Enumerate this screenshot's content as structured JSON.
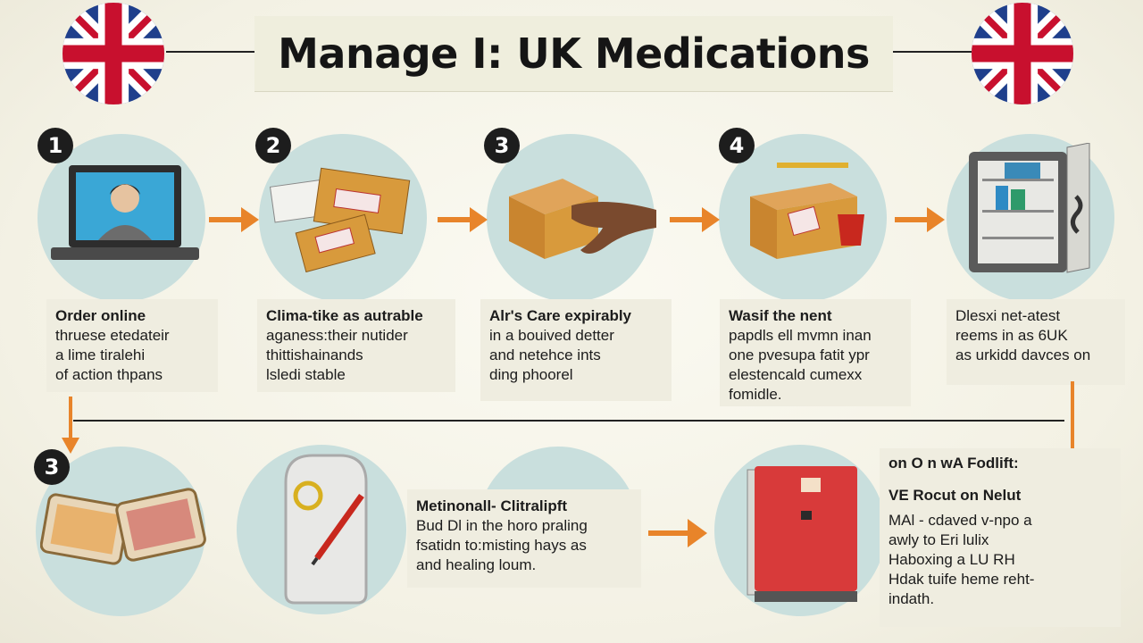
{
  "title": "Manage I: UK Medications",
  "steps": [
    {
      "number": "1",
      "heading": "Order online",
      "lines": [
        "thruese etedateir",
        "a lime tiralehi",
        "of action thpans"
      ]
    },
    {
      "number": "2",
      "heading": "Clima-tike as autrable",
      "lines": [
        "aganess:their nutider",
        "thittishainands",
        "lsledi stable"
      ]
    },
    {
      "number": "3",
      "heading": "Alr's Care expirably",
      "lines": [
        "in a bouived detter",
        "and netehce ints",
        "ding phoorel"
      ]
    },
    {
      "number": "4",
      "heading": "Wasif the nent",
      "lines": [
        "papdls ell mvmn inan",
        "one pvesupa fatit ypr",
        "elestencald cumexx",
        "fomidle."
      ]
    },
    {
      "number": "",
      "heading": "",
      "lines": [
        "Dlesxi net-atest",
        "reems in as 6UK",
        "as urkidd davces on"
      ]
    }
  ],
  "lower": {
    "badge": "3",
    "middle_card": {
      "heading": "Metinonall- Clitralipft",
      "lines": [
        "Bud Dl in the horo praling",
        "fsatidn to:misting hays as",
        "and healing loum."
      ]
    },
    "right_card": {
      "heading1": "on  O n wA Fodlift:",
      "heading2": "VE Rocut on Nelut",
      "lines": [
        "MAl - cdaved v-npo a",
        "awly to Eri lulix",
        "Haboxing a LU RH",
        "Hdak tuife heme reht-",
        "indath."
      ]
    }
  },
  "colors": {
    "accent": "#e8842a",
    "circle": "#c9dfdd",
    "card": "#efede0",
    "flag_blue": "#1f3f8c",
    "flag_red": "#c8102e"
  },
  "icons": [
    "union-jack-flag",
    "laptop-user",
    "medication-packets",
    "package-handoff",
    "open-box",
    "fridge-cabinet",
    "pill-blisters",
    "tag-pencil",
    "red-fridge"
  ]
}
